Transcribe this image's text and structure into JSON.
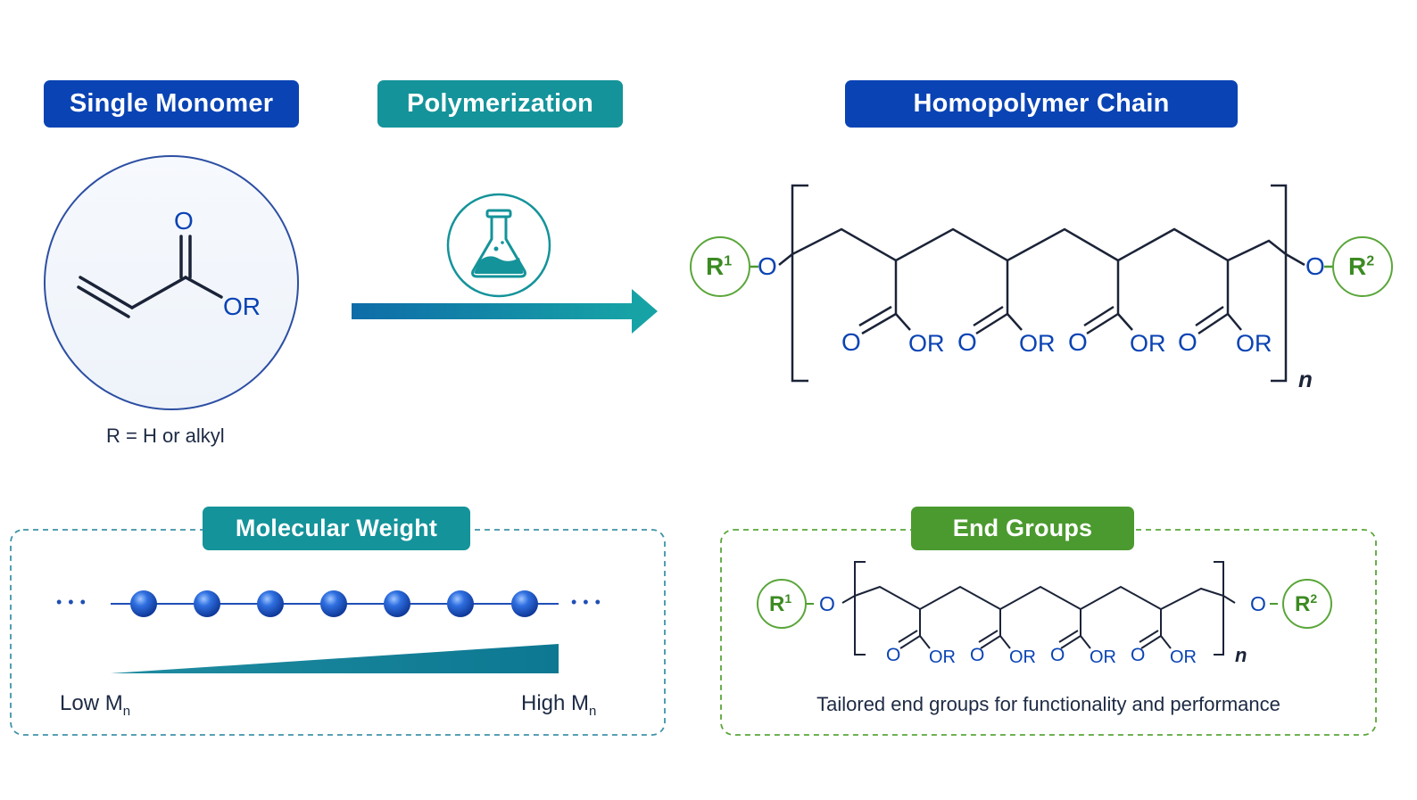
{
  "sections": {
    "monomer_title": "Single Monomer",
    "polymerization_title": "Polymerization",
    "homopolymer_title": "Homopolymer Chain",
    "molecular_weight_title": "Molecular Weight",
    "end_groups_title": "End Groups"
  },
  "monomer": {
    "carbonyl_o": "O",
    "ester_group": "OR",
    "r_definition": "R = H or alkyl"
  },
  "polymer": {
    "end_group_left": "R",
    "end_group_left_sup": "1",
    "end_group_right": "R",
    "end_group_right_sup": "2",
    "linker_o": "O",
    "carbonyl_o": "O",
    "ester_group": "OR",
    "repeat_subscript": "n"
  },
  "molecular_weight": {
    "low_label": "Low M",
    "high_label": "High M",
    "subscript": "n",
    "ellipsis": "• • •"
  },
  "end_groups": {
    "caption": "Tailored end groups for functionality and performance"
  },
  "colors": {
    "navy": "#0a43b4",
    "teal": "#14939a",
    "green": "#4b9a2f",
    "dark_text": "#1d2a44",
    "bond": "#1b2338"
  },
  "icons": {
    "polymerization": "flask-icon"
  }
}
